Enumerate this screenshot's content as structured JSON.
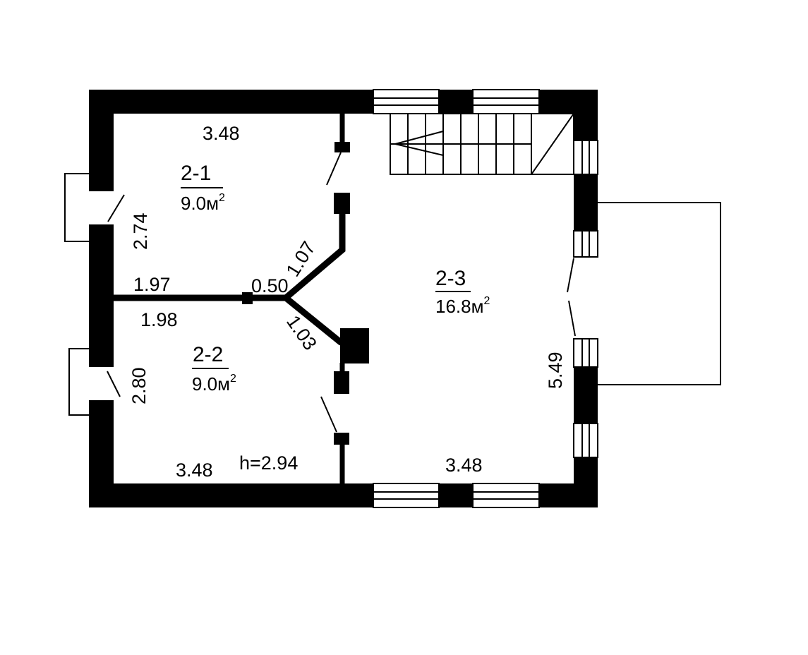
{
  "colors": {
    "wall": "#000000",
    "background": "#ffffff"
  },
  "rooms": [
    {
      "id": "2-1",
      "area_value": "9.0м",
      "area_exp": "2"
    },
    {
      "id": "2-2",
      "area_value": "9.0м",
      "area_exp": "2"
    },
    {
      "id": "2-3",
      "area_value": "16.8м",
      "area_exp": "2"
    }
  ],
  "dimensions": {
    "top_left_width": "3.48",
    "left_top_height": "2.74",
    "mid_upper": "1.97",
    "mid_lower": "1.98",
    "mid_short": "0.50",
    "diag_upper": "1.07",
    "diag_lower": "1.03",
    "left_bottom_height": "2.80",
    "bottom_left_width": "3.48",
    "bottom_right_width": "3.48",
    "right_height": "5.49"
  },
  "ceiling_height": "h=2.94"
}
